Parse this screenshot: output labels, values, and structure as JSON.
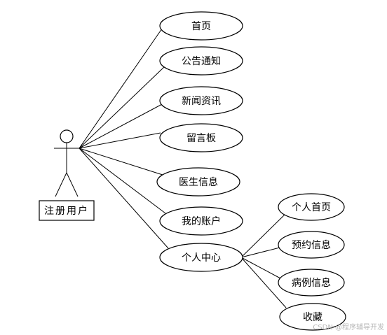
{
  "actor": {
    "label": "注册用户"
  },
  "main_use_cases": [
    {
      "id": "home",
      "label": "首页"
    },
    {
      "id": "notice",
      "label": "公告通知"
    },
    {
      "id": "news",
      "label": "新闻资讯"
    },
    {
      "id": "board",
      "label": "留言板"
    },
    {
      "id": "doctor",
      "label": "医生信息"
    },
    {
      "id": "account",
      "label": "我的账户"
    },
    {
      "id": "personal-center",
      "label": "个人中心"
    }
  ],
  "sub_use_cases": [
    {
      "id": "personal-home",
      "label": "个人首页"
    },
    {
      "id": "booking",
      "label": "预约信息"
    },
    {
      "id": "case",
      "label": "病例信息"
    },
    {
      "id": "favorites",
      "label": "收藏"
    }
  ],
  "watermark": "CSDN @程序辅导开发"
}
